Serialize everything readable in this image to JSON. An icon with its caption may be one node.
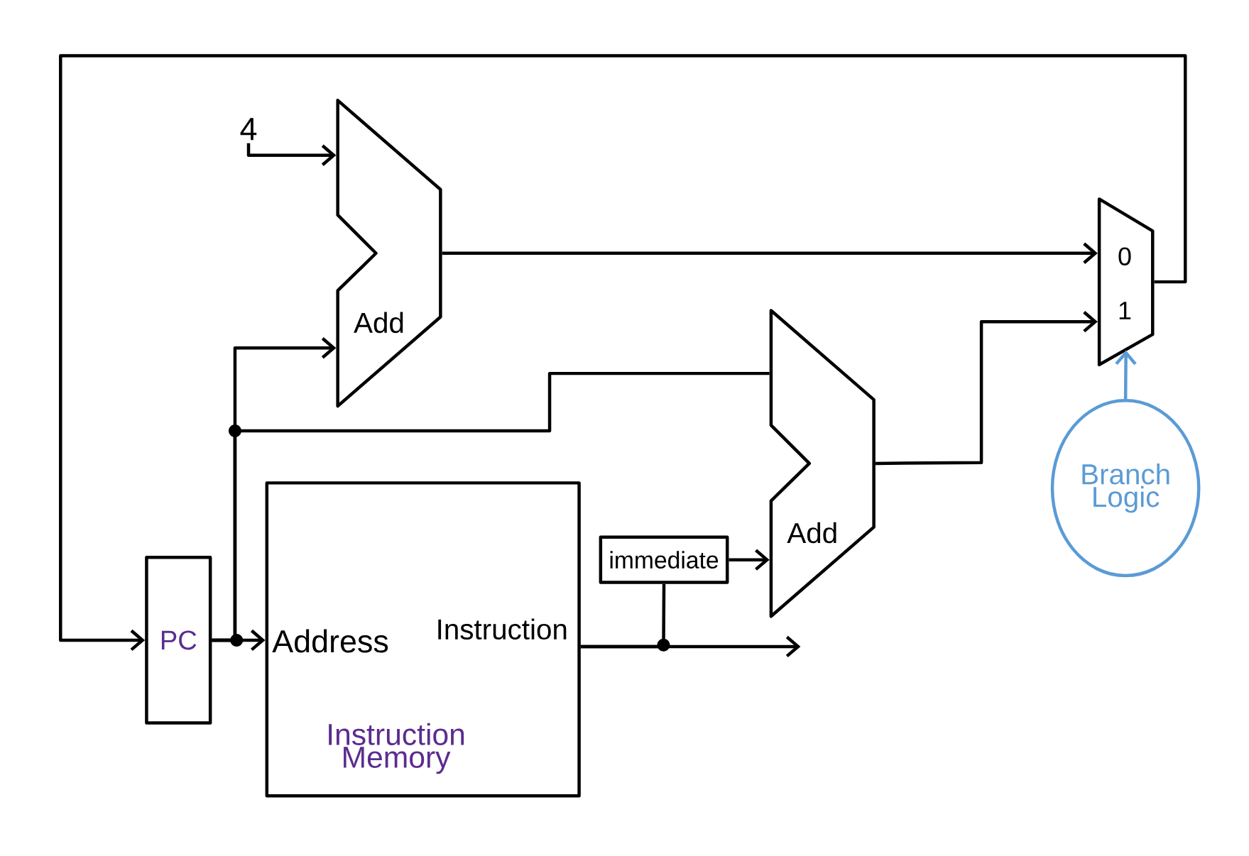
{
  "diagram": {
    "nodes": [
      {
        "text": [
          "PC"
        ]
      },
      {
        "text": [
          "Address",
          "Instruction",
          "Instruction Memory"
        ]
      },
      {
        "text": [
          "4"
        ]
      },
      {
        "text": [
          "Add"
        ]
      },
      {
        "text": [
          "Add"
        ]
      },
      {
        "text": [
          "immediate"
        ]
      },
      {
        "text": [
          "0",
          "1"
        ]
      },
      {
        "text": [
          "Branch Logic"
        ]
      }
    ],
    "edges": [
      {
        "from": 2,
        "to": 3,
        "arrow": "to"
      },
      {
        "from": 0,
        "to": 1,
        "arrow": "to"
      },
      {
        "from": 0,
        "to": 3,
        "arrow": "to"
      },
      {
        "from": 0,
        "to": 4,
        "arrow": "none"
      },
      {
        "from": 3,
        "to": 6,
        "arrow": "to"
      },
      {
        "from": 4,
        "to": 6,
        "arrow": "to"
      },
      {
        "from": 6,
        "to": 0,
        "arrow": "to"
      },
      {
        "from": 5,
        "to": 4,
        "arrow": "to"
      },
      {
        "from": 1,
        "to": null,
        "arrow": "to"
      },
      {
        "from": 1,
        "to": 5,
        "arrow": "none"
      },
      {
        "from": 7,
        "to": 6,
        "arrow": "to",
        "color": "#5b9bd5"
      }
    ]
  }
}
